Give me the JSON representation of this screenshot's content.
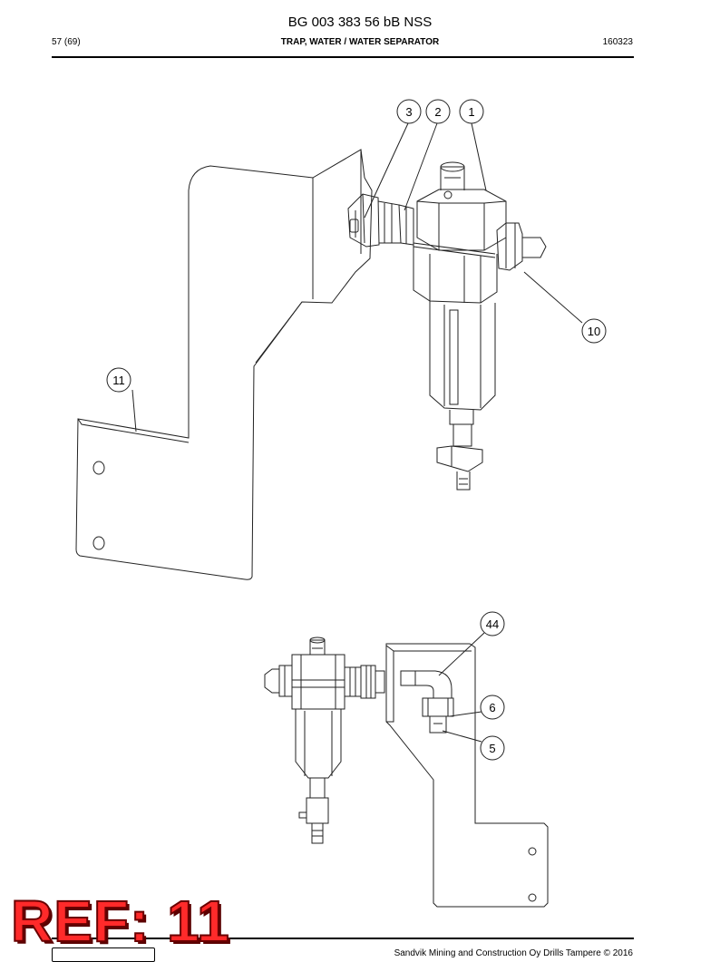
{
  "header": {
    "doc_title": "BG 003 383 56 bB NSS",
    "page": "57 (69)",
    "section": "TRAP, WATER / WATER SEPARATOR",
    "date": "160323"
  },
  "callouts": {
    "c1": "1",
    "c2": "2",
    "c3": "3",
    "c5": "5",
    "c6": "6",
    "c10": "10",
    "c11": "11",
    "c44": "44"
  },
  "stamp": "REF: 11",
  "footer": {
    "copyright": "Sandvik Mining and Construction Oy Drills Tampere © 2016"
  }
}
